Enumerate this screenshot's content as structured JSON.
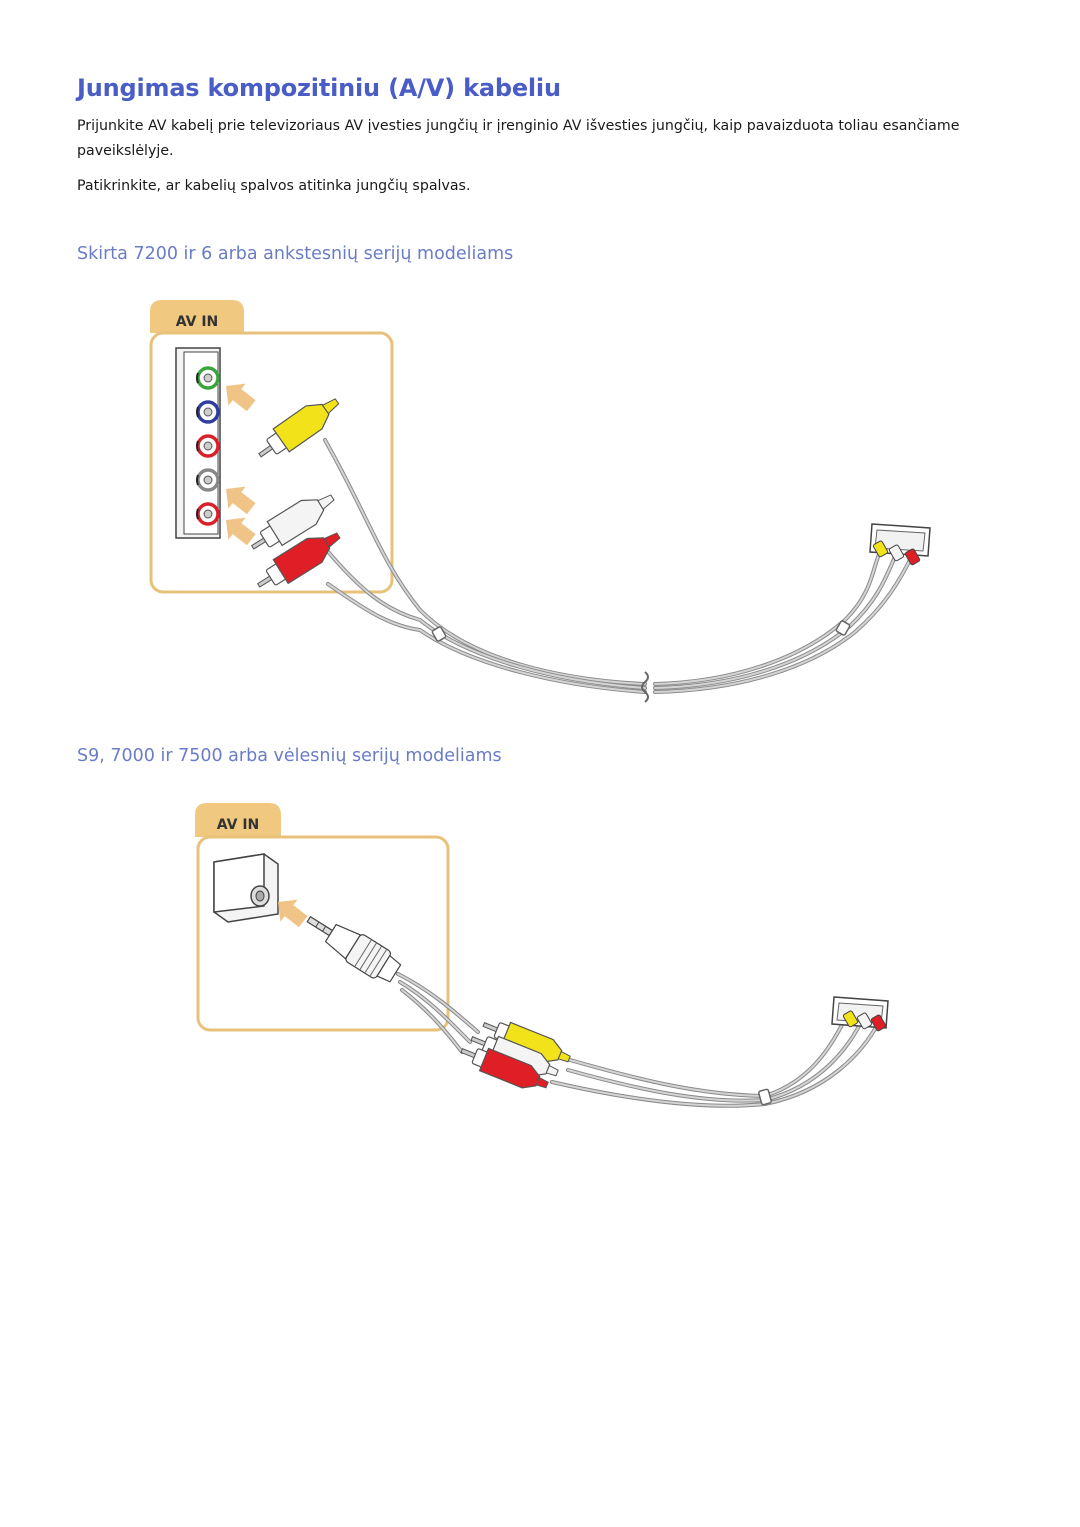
{
  "page": {
    "title": "Jungimas kompozitiniu (A/V) kabeliu",
    "paragraph1": "Prijunkite AV kabelį prie televizoriaus AV įvesties jungčių ir įrenginio AV išvesties jungčių, kaip pavaizduota toliau esančiame paveikslėlyje.",
    "paragraph2": "Patikrinkite, ar kabelių spalvos atitinka jungčių spalvas."
  },
  "section1": {
    "heading": "Skirta 7200 ir 6 arba ankstesnių serijų modeliams",
    "tab_label": "AV IN"
  },
  "section2": {
    "heading": "S9, 7000 ir 7500 arba vėlesnių serijų modeliams",
    "tab_label": "AV IN"
  },
  "colors": {
    "heading": "#4a5cc6",
    "subheading": "#6a7cc8",
    "panel_border": "#e8c27a",
    "tab_fill": "#f0c87f",
    "arrow": "#f0c486",
    "jack_yellow": "#f2e21a",
    "jack_white": "#f2f2f2",
    "jack_red": "#e01e25",
    "cable": "#9a9a9a"
  }
}
